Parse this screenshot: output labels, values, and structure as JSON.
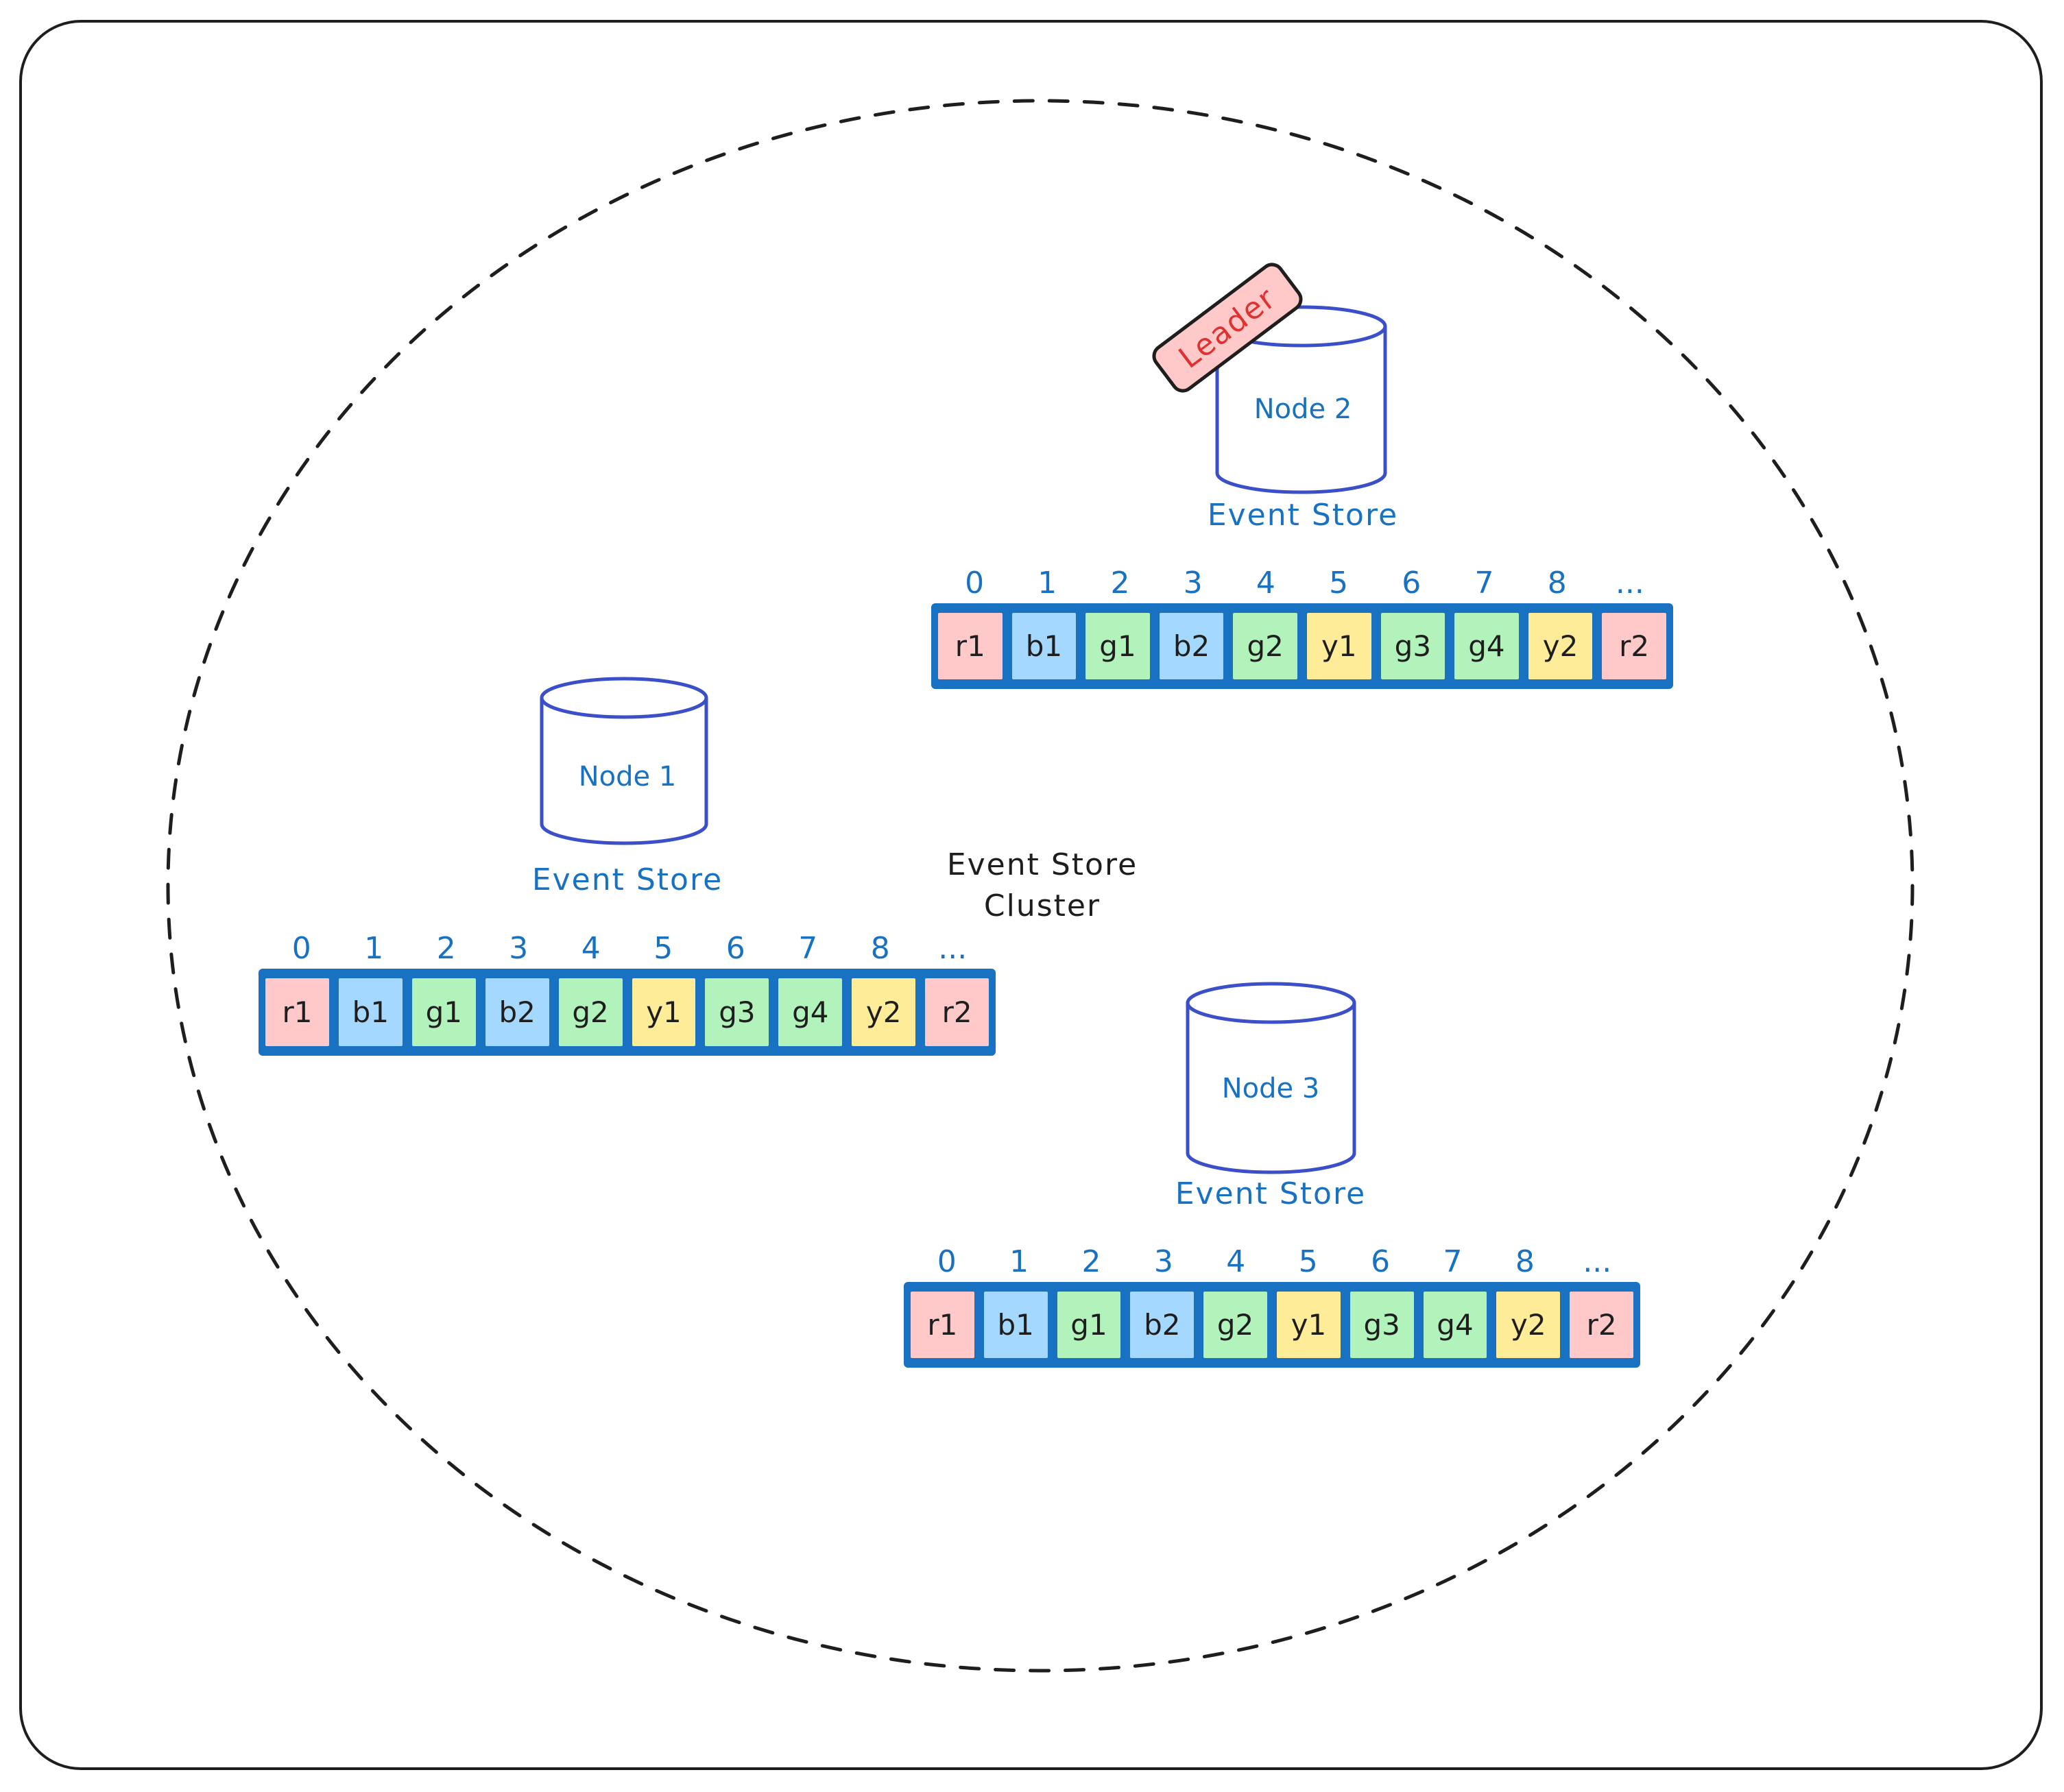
{
  "diagram": {
    "cluster_label": [
      "Event Store",
      "Cluster"
    ],
    "leader_badge": "Leader",
    "colors": {
      "red": "#ffc9c9",
      "blue": "#a5d8ff",
      "green": "#b2f2bb",
      "yellow": "#ffec99",
      "log_border": "#1971c2",
      "cylinder_stroke": "#3b50c8",
      "label_text": "#1971c2",
      "leader_text": "#e03131"
    },
    "nodes": [
      {
        "name": "Node 1",
        "store_label": "Event Store",
        "is_leader": false,
        "indices": [
          "0",
          "1",
          "2",
          "3",
          "4",
          "5",
          "6",
          "7",
          "8",
          "..."
        ],
        "events": [
          {
            "label": "r1",
            "color": "red"
          },
          {
            "label": "b1",
            "color": "blue"
          },
          {
            "label": "g1",
            "color": "green"
          },
          {
            "label": "b2",
            "color": "blue"
          },
          {
            "label": "g2",
            "color": "green"
          },
          {
            "label": "y1",
            "color": "yellow"
          },
          {
            "label": "g3",
            "color": "green"
          },
          {
            "label": "g4",
            "color": "green"
          },
          {
            "label": "y2",
            "color": "yellow"
          },
          {
            "label": "r2",
            "color": "red"
          }
        ]
      },
      {
        "name": "Node 2",
        "store_label": "Event Store",
        "is_leader": true,
        "indices": [
          "0",
          "1",
          "2",
          "3",
          "4",
          "5",
          "6",
          "7",
          "8",
          "..."
        ],
        "events": [
          {
            "label": "r1",
            "color": "red"
          },
          {
            "label": "b1",
            "color": "blue"
          },
          {
            "label": "g1",
            "color": "green"
          },
          {
            "label": "b2",
            "color": "blue"
          },
          {
            "label": "g2",
            "color": "green"
          },
          {
            "label": "y1",
            "color": "yellow"
          },
          {
            "label": "g3",
            "color": "green"
          },
          {
            "label": "g4",
            "color": "green"
          },
          {
            "label": "y2",
            "color": "yellow"
          },
          {
            "label": "r2",
            "color": "red"
          }
        ]
      },
      {
        "name": "Node 3",
        "store_label": "Event Store",
        "is_leader": false,
        "indices": [
          "0",
          "1",
          "2",
          "3",
          "4",
          "5",
          "6",
          "7",
          "8",
          "..."
        ],
        "events": [
          {
            "label": "r1",
            "color": "red"
          },
          {
            "label": "b1",
            "color": "blue"
          },
          {
            "label": "g1",
            "color": "green"
          },
          {
            "label": "b2",
            "color": "blue"
          },
          {
            "label": "g2",
            "color": "green"
          },
          {
            "label": "y1",
            "color": "yellow"
          },
          {
            "label": "g3",
            "color": "green"
          },
          {
            "label": "g4",
            "color": "green"
          },
          {
            "label": "y2",
            "color": "yellow"
          },
          {
            "label": "r2",
            "color": "red"
          }
        ]
      }
    ]
  }
}
